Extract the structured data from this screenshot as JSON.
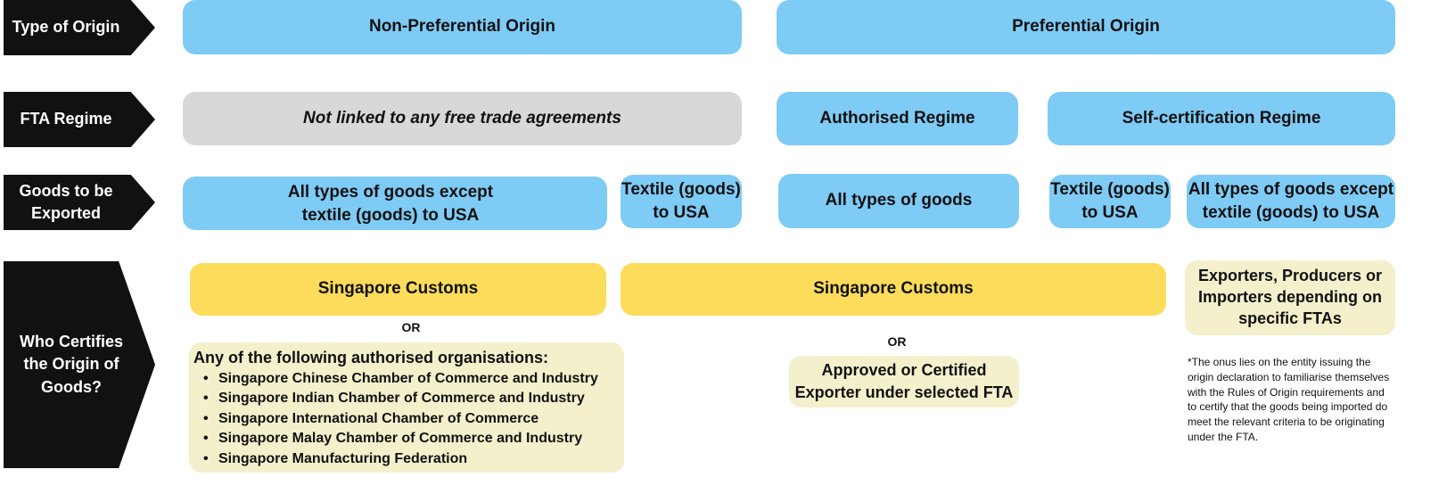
{
  "row_labels": {
    "type_of_origin": "Type of Origin",
    "fta_regime": "FTA Regime",
    "goods_exported_line1": "Goods to be",
    "goods_exported_line2": "Exported",
    "who_certifies_line1": "Who Certifies",
    "who_certifies_line2": "the Origin of",
    "who_certifies_line3": "Goods?"
  },
  "origin": {
    "non_preferential": "Non-Preferential Origin",
    "preferential": "Preferential Origin"
  },
  "regime": {
    "not_linked": "Not linked to any free trade agreements",
    "authorised": "Authorised Regime",
    "self_certification": "Self-certification Regime"
  },
  "goods": {
    "all_except_textile_line1": "All types of goods except",
    "all_except_textile_line2": "textile (goods) to USA",
    "textile_usa_line1": "Textile (goods)",
    "textile_usa_line2": "to USA",
    "all_types": "All types of goods",
    "textile_usa_2_line1": "Textile (goods)",
    "textile_usa_2_line2": "to USA",
    "all_except_textile_2_line1": "All types of goods except",
    "all_except_textile_2_line2": "textile (goods) to USA"
  },
  "certifiers": {
    "customs_non_pref": "Singapore Customs",
    "or_1": "OR",
    "orgs_title": "Any of the following authorised organisations:",
    "orgs": [
      "Singapore Chinese Chamber of Commerce and Industry",
      "Singapore Indian Chamber of Commerce and Industry",
      "Singapore International Chamber of Commerce",
      "Singapore Malay Chamber of Commerce and Industry",
      "Singapore Manufacturing Federation"
    ],
    "customs_pref": "Singapore Customs",
    "or_2": "OR",
    "approved_line1": "Approved or Certified",
    "approved_line2": "Exporter under selected FTA",
    "exporters_line1": "Exporters, Producers or",
    "exporters_line2": "Importers depending on",
    "exporters_line3": "specific FTAs",
    "note": "*The onus lies on the entity issuing the origin declaration to familiarise themselves with the Rules of Origin requirements and to certify that the goods being imported do meet the relevant criteria to be originating under the FTA."
  },
  "colors": {
    "label_bg": "#111111",
    "blue": "#7ecbf5",
    "grey": "#d8d8d8",
    "yellow": "#fcdc5a",
    "cream": "#f4f0cc"
  }
}
